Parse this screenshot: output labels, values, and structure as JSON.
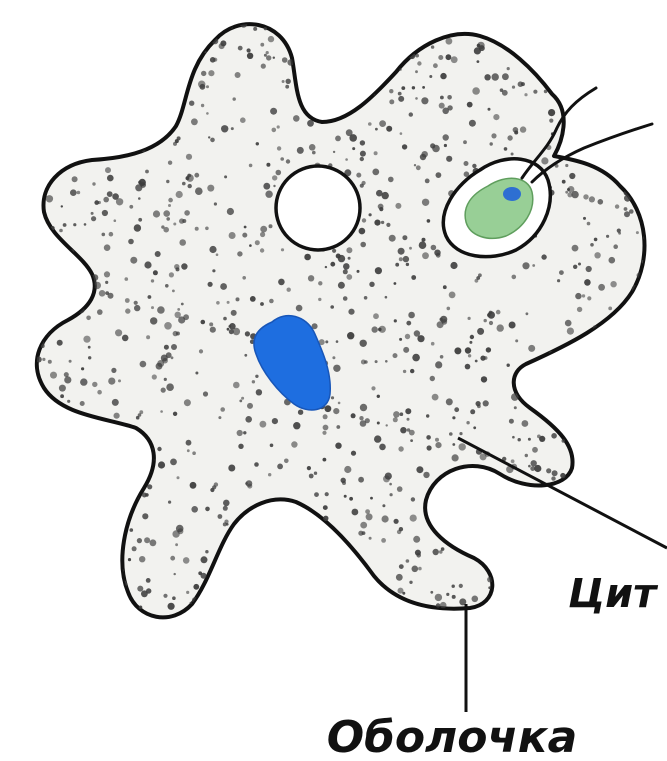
{
  "diagram": {
    "labels": {
      "membrane": "Оболочка",
      "cytoplasm": "Цит"
    },
    "parts": {
      "body": "amoeba-body",
      "contractile_vacuole": "contractile-vacuole",
      "nucleus": "nucleus",
      "digestive_vacuole": "digestive-vacuole",
      "prey": "green-flagellate"
    },
    "colors": {
      "outline": "#111111",
      "cytoplasm_fill": "#f2f2ef",
      "granules": "#3d3d3d",
      "nucleus": "#1e6ee0",
      "prey_body": "#98cf96",
      "prey_spot": "#2e6fd2",
      "background": "#ffffff"
    }
  }
}
